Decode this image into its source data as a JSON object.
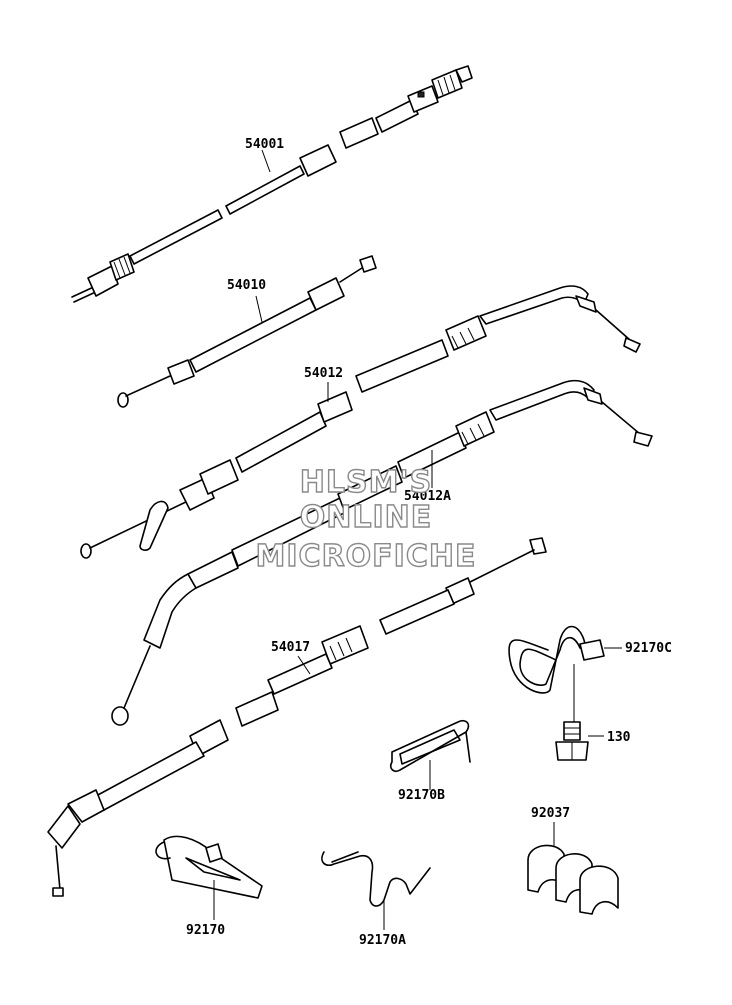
{
  "parts": [
    {
      "id": "54001",
      "label": "54001"
    },
    {
      "id": "54010",
      "label": "54010"
    },
    {
      "id": "54012",
      "label": "54012"
    },
    {
      "id": "54012A",
      "label": "54012A"
    },
    {
      "id": "54017",
      "label": "54017"
    },
    {
      "id": "92170C",
      "label": "92170C"
    },
    {
      "id": "130",
      "label": "130"
    },
    {
      "id": "92170B",
      "label": "92170B"
    },
    {
      "id": "92037",
      "label": "92037"
    },
    {
      "id": "92170",
      "label": "92170"
    },
    {
      "id": "92170A",
      "label": "92170A"
    }
  ],
  "watermark": {
    "line1": "HLSM'S",
    "line2": "ONLINE",
    "line3": "MICROFICHE"
  }
}
